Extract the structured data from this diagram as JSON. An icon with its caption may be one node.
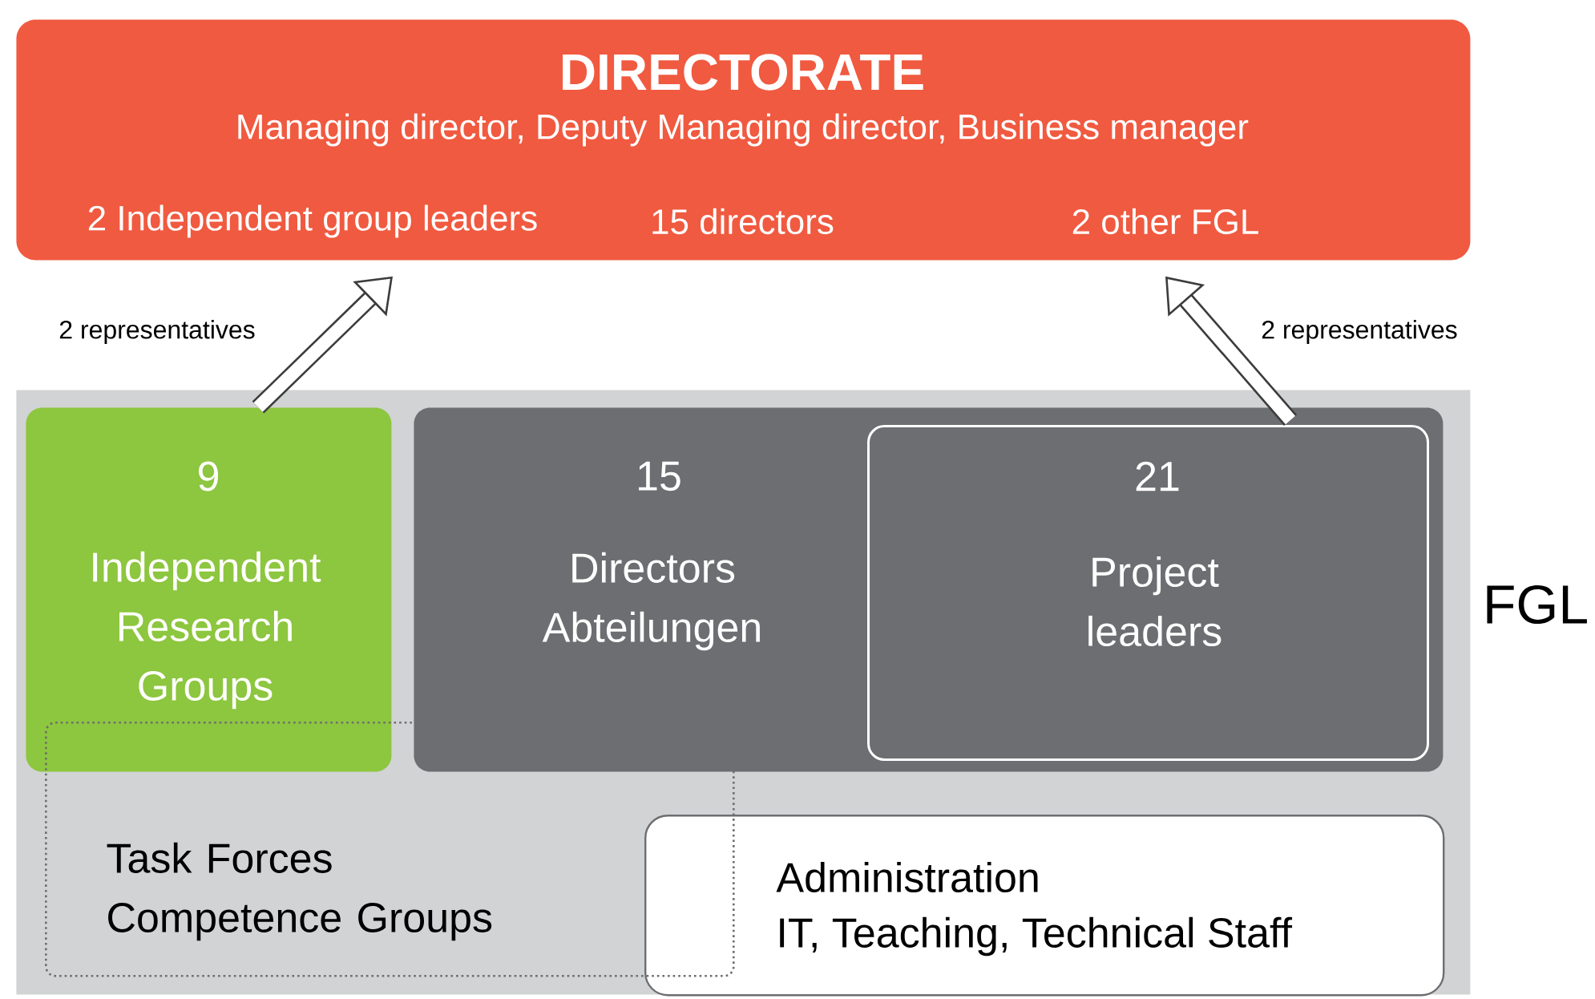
{
  "diagram": {
    "nodes": [
      {
        "text": [
          "DIRECTORATE",
          "Managing director, Deputy Managing director, Business manager",
          "2 Independent group leaders",
          "15 directors",
          "2 other FGL"
        ]
      },
      {
        "text": [
          "FGL"
        ]
      },
      {
        "text": [
          "9",
          "Independent Research Groups"
        ],
        "in": 1
      },
      {
        "text": [
          "15",
          "Directors Abteilungen"
        ],
        "in": 1
      },
      {
        "text": [
          "21",
          "Project leaders"
        ],
        "in": 3
      },
      {
        "text": [
          "Task Forces Competence Groups"
        ],
        "in": 1
      },
      {
        "text": [
          "Administration",
          "IT, Teaching, Technical Staff"
        ],
        "in": 1
      }
    ],
    "edges": [
      {
        "from": 2,
        "to": 0,
        "arrow": "to",
        "label": "2 representatives"
      },
      {
        "from": 4,
        "to": 0,
        "arrow": "to",
        "label": "2 representatives"
      }
    ]
  }
}
